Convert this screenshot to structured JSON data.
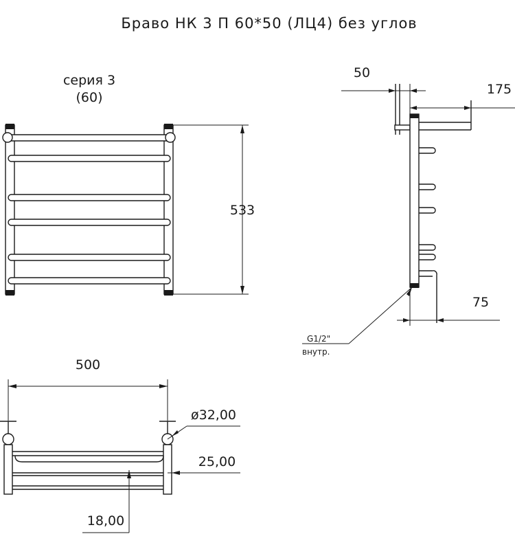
{
  "title": "Браво НК 3 П 60*50 (ЛЦ4) без углов",
  "series": {
    "line1": "серия 3",
    "line2": "(60)"
  },
  "front_view": {
    "height_label": "533"
  },
  "side_view": {
    "offset_label": "50",
    "depth_label": "175",
    "bottom_depth_label": "75",
    "thread_label": "G1/2\"",
    "thread_note": "внутр."
  },
  "top_view": {
    "width_label": "500",
    "diameter_label": "ø32,00",
    "pipe_label": "25,00",
    "shelf_label": "18,00"
  }
}
